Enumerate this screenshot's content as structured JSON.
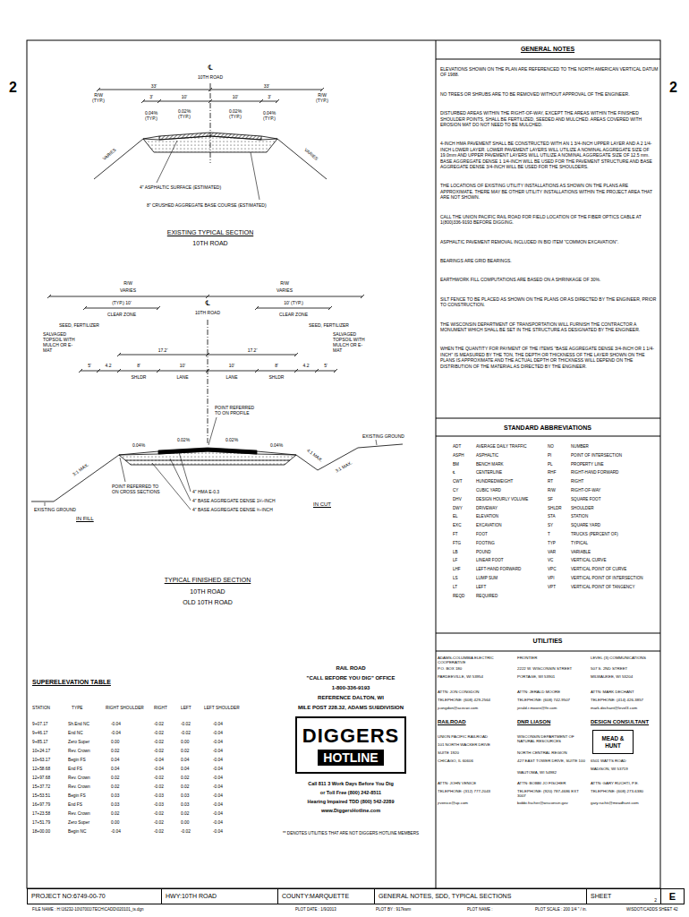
{
  "diagram": {
    "nodes": [
      {
        "text": [
          "DIGGERS",
          "HOTLINE"
        ]
      },
      {
        "text": [
          "MEAD & HUNT"
        ]
      },
      {
        "text": [
          "PROJECT NO:6749-00-70"
        ]
      },
      {
        "text": [
          "HWY:10TH ROAD"
        ]
      },
      {
        "text": [
          "COUNTY:MARQUETTE"
        ]
      },
      {
        "text": [
          "GENERAL NOTES, SDD, TYPICAL SECTIONS"
        ]
      },
      {
        "text": [
          "SHEET",
          "2"
        ]
      },
      {
        "text": [
          "E"
        ]
      }
    ],
    "labels": [
      "2",
      "2",
      "℄",
      "10TH ROAD",
      "33'",
      "33'",
      "R/W (TYP.)",
      "R/W (TYP.)",
      "3'",
      "10'",
      "10'",
      "3'",
      "0.04% (TYP.)",
      "0.02% (TYP.)",
      "0.02% (TYP.)",
      "0.04% (TYP.)",
      "VARIES",
      "VARIES",
      "4\" ASPHALTIC SURFACE (ESTIMATED)",
      "8\" CRUSHED AGGREGATE BASE COURSE (ESTIMATED)",
      "EXISTING TYPICAL SECTION",
      "10TH ROAD",
      "R/W",
      "VARIES",
      "R/W",
      "VARIES",
      "(TYP.) 10'",
      "CLEAR ZONE",
      "℄",
      "10TH ROAD",
      "10' (TYP.)",
      "CLEAR ZONE",
      "SEED, FERTILIZER",
      "SALVAGED TOPSOIL WITH MULCH OR E-MAT",
      "SEED, FERTILIZER",
      "SALVAGED TOPSOIL WITH MULCH OR E-MAT",
      "17.2'",
      "17.2'",
      "5'",
      "4.2",
      "8'",
      "10'",
      "10'",
      "8'",
      "4.2",
      "5'",
      "SHLDR",
      "LANE",
      "LANE",
      "SHLDR",
      "POINT REFERRED TO ON PROFILE",
      "EXISTING GROUND",
      "0.04%",
      "0.02%",
      "0.02%",
      "0.04%",
      "3:1 MAX.",
      "POINT REFERRED TO ON CROSS SECTIONS",
      "4\" HMA E-0.3",
      "4\" BASE AGGREGATE DENSE 1¼-INCH",
      "4\" BASE AGGREGATE DENSE ¾-INCH",
      "4:1 MAX.",
      "3:1 MAX.",
      "IN CUT",
      "EXISTING GROUND",
      "IN FILL",
      "TYPICAL FINISHED SECTION",
      "10TH ROAD",
      "OLD 10TH ROAD",
      "GENERAL NOTES",
      "ELEVATIONS SHOWN ON THE PLAN ARE REFERENCED TO THE NORTH AMERICAN VERTICAL DATUM OF 1988.",
      "NO TREES OR SHRUBS ARE TO BE REMOVED WITHOUT APPROVAL OF THE ENGINEER.",
      "DISTURBED AREAS WITHIN THE RIGHT-OF-WAY, EXCEPT THE AREAS WITHIN THE FINISHED SHOULDER POINTS, SHALL BE FERTILIZED, SEEDED AND MULCHED. AREAS COVERED WITH EROSION MAT DO NOT NEED TO BE MULCHED.",
      "4-INCH HMA PAVEMENT SHALL BE CONSTRUCTED WITH AN 1 3/4-INCH UPPER LAYER AND A 2 1/4-INCH LOWER LAYER. LOWER PAVEMENT LAYERS WILL UTILIZE A NOMINAL AGGREGATE SIZE OF 19.0mm AND UPPER PAVEMENT LAYERS WILL UTILIZE A NOMINAL AGGREGATE SIZE OF 12.5 mm. BASE AGGREGATE DENSE 1 1/4-INCH WILL BE USED FOR THE PAVEMENT STRUCTURE AND BASE AGGREGATE DENSE 3/4-INCH WILL BE USED FOR THE SHOULDERS.",
      "THE LOCATIONS OF EXISTING UTILITY INSTALLATIONS AS SHOWN ON THE PLANS ARE APPROXIMATE. THERE MAY BE OTHER UTILITY INSTALLATIONS WITHIN THE PROJECT AREA THAT ARE NOT SHOWN.",
      "CALL THE UNION PACIFIC RAIL ROAD FOR FIELD LOCATION OF THE FIBER OPTICS CABLE AT 1(800)336-9193 BEFORE DIGGING.",
      "ASPHALTIC PAVEMENT REMOVAL INCLUDED IN BID ITEM \"COMMON EXCAVATION\".",
      "BEARINGS ARE GRID BEARINGS.",
      "EARTHWORK FILL COMPUTATIONS ARE BASED ON A SHRINKAGE OF 30%.",
      "SILT FENCE TO BE PLACED AS SHOWN ON THE PLANS OR AS DIRECTED BY THE ENGINEER, PRIOR TO CONSTRUCTION.",
      "THE WISCONSIN DEPARTMENT OF TRANSPORTATION WILL FURNISH THE CONTRACTOR A MONUMENT WHICH SHALL BE SET IN THE STRUCTURE AS DESIGNATED BY THE ENGINEER.",
      "WHEN THE QUANTITY FOR PAYMENT OF THE ITEMS \"BASE AGGREGATE DENSE 3/4-INCH OR 1 1/4-INCH\" IS MEASURED BY THE TON, THE DEPTH OR THICKNESS OF THE LAYER SHOWN ON THE PLANS IS APPROXIMATE AND THE ACTUAL DEPTH OR THICKNESS WILL DEPEND ON THE DISTRIBUTION OF THE MATERIAL AS DIRECTED BY THE ENGINEER.",
      "STANDARD ABBREVIATIONS",
      "ADT",
      "AVERAGE DAILY TRAFFIC",
      "ASPH",
      "ASPHALTIC",
      "BM",
      "BENCH MARK",
      "℄",
      "CENTERLINE",
      "CWT",
      "HUNDREDWEIGHT",
      "CY",
      "CUBIC YARD",
      "DHV",
      "DESIGN HOURLY VOLUME",
      "DWY",
      "DRIVEWAY",
      "EL",
      "ELEVATION",
      "EXC",
      "EXCAVATION",
      "FT",
      "FOOT",
      "FTG",
      "FOOTING",
      "LB",
      "POUND",
      "LF",
      "LINEAR FOOT",
      "LHF",
      "LEFT-HAND FORWARD",
      "LS",
      "LUMP SUM",
      "LT",
      "LEFT",
      "REQD",
      "REQUIRED",
      "NO",
      "NUMBER",
      "PI",
      "POINT OF INTERSECTION",
      "PL",
      "PROPERTY LINE",
      "RHF",
      "RIGHT-HAND FORWARD",
      "RT",
      "RIGHT",
      "R/W",
      "RIGHT-OF-WAY",
      "SF",
      "SQUARE FOOT",
      "SHLDR",
      "SHOULDER",
      "STA",
      "STATION",
      "SY",
      "SQUARE YARD",
      "T",
      "TRUCKS (PERCENT OF)",
      "TYP",
      "TYPICAL",
      "VAR",
      "VARIABLE",
      "VC",
      "VERTICAL CURVE",
      "VPC",
      "VERTICAL POINT OF CURVE",
      "VPI",
      "VERTICAL POINT OF INTERSECTION",
      "VPT",
      "VERTICAL POINT OF TANGENCY",
      "UTILITIES",
      "ADAMS-COLUMBIA ELECTRIC COOPERATIVE",
      "P.O. BOX 180",
      "PARDEEVILLE, WI 53954",
      "ATTN: JON CONGDON",
      "TELEPHONE: (608) 429-2564",
      "jcongdon@acecwi.com",
      "FRONTIER",
      "2222 W. WISCONSIN STREET",
      "PORTAGE, WI 53901",
      "ATTN: JERALD MOORE",
      "TELEPHONE: (608) 742-9507",
      "jerald.r.moore@ftr.com",
      "LEVEL (3) COMMUNICATIONS",
      "507 S. 2ND STREET",
      "MILWAUKEE, WI 53204",
      "ATTN: MARK DECHANT",
      "TELEPHONE: (414) 426-3857",
      "mark.dechant@level3.com",
      "RAILROAD",
      "DNR LIASON",
      "DESIGN CONSULTANT",
      "UNION PACIFIC RAILROAD",
      "101 NORTH WACKER DRIVE",
      "SUITE 1920",
      "CHICAGO, IL 60606",
      "ATTN: JOHN VENICE",
      "TELEPHONE: (312) 777-2043",
      "jrvenice@up.com",
      "WISCONSIN DEPARTMENT OF NATURAL RESOURCES",
      "NORTH CENTRAL REGION",
      "427 EAST TOWER DRIVE, SUITE 100",
      "WAUTOMA, WI 54982",
      "ATTN: BOBBI JO FISCHER",
      "TELEPHONE: (920) 787-4686 EXT 3007",
      "bobbi.fischer@wisconsin.gov",
      "6501 WATTS ROAD",
      "MADISON, WI 53719",
      "ATTN: GARY RUCHTI, P.E.",
      "TELEPHONE: (608) 273-6380",
      "gary.ruchti@meadhunt.com",
      "RAIL ROAD",
      "\"CALL BEFORE YOU DIG\" OFFICE",
      "1-800-336-9193",
      "REFERENCE DALTON, WI",
      "MILE POST 228.32, ADAMS SUBDIVISION",
      "Call 811 3 Work Days Before You Dig",
      "or Toll Free (800) 242-8511",
      "Hearing Impaired TDD (800) 542-2289",
      "www.DiggersHotline.com",
      "** DENOTES UTILITIES THAT ARE NOT DIGGERS HOTLINE MEMBERS",
      "SUPERELEVATION TABLE",
      "STATION",
      "TYPE",
      "RIGHT SHOULDER",
      "RIGHT",
      "LEFT",
      "LEFT SHOULDER",
      "9+07.17",
      "Sh.End NC",
      "-0.04",
      "-0.02",
      "-0.02",
      "-0.04",
      "9+46.17",
      "End NC",
      "-0.04",
      "-0.02",
      "-0.02",
      "-0.04",
      "9+85.17",
      "Zero Super",
      "0.00",
      "-0.02",
      "0.00",
      "-0.04",
      "10+24.17",
      "Rev. Crown",
      "0.02",
      "-0.02",
      "0.02",
      "-0.04",
      "10+63.17",
      "Begin FS",
      "0.04",
      "-0.04",
      "0.04",
      "-0.04",
      "12+58.68",
      "End FS",
      "0.04",
      "-0.04",
      "0.04",
      "-0.04",
      "12+97.68",
      "Rev. Crown",
      "0.02",
      "-0.02",
      "0.02",
      "-0.04",
      "15+37.72",
      "Rev. Crown",
      "0.02",
      "-0.02",
      "0.02",
      "-0.04",
      "15+53.51",
      "Begin FS",
      "0.03",
      "-0.03",
      "0.03",
      "-0.04",
      "16+97.79",
      "End FS",
      "0.03",
      "-0.03",
      "0.03",
      "-0.04",
      "17+23.58",
      "Rev. Crown",
      "0.02",
      "-0.02",
      "0.02",
      "-0.04",
      "17+51.79",
      "Zero Super",
      "0.00",
      "-0.02",
      "0.00",
      "-0.04",
      "18+00.00",
      "Begin NC",
      "-0.04",
      "-0.02",
      "-0.02",
      "-0.04",
      "FILE NAME : H:\\16232-10\\07001\\TECH\\CADD\\020101_ts.dgn",
      "PLOT DATE : 1/9/2013",
      "PLOT BY : 917kwm",
      "PLOT NAME :",
      "PLOT SCALE : 200 1/4 \" / in.",
      "WISDOT/CADDS SHEET 42"
    ]
  }
}
